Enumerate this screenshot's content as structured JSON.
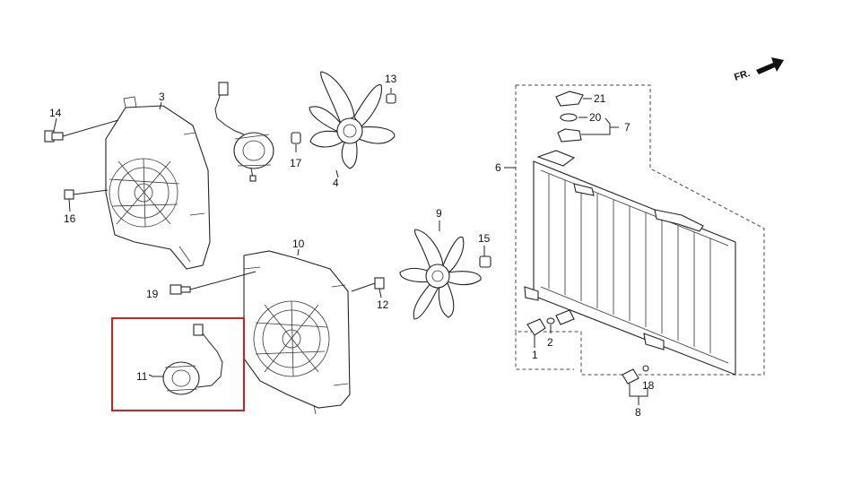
{
  "diagram": {
    "direction_label": "FR.",
    "highlight_color": "#cc2222",
    "callouts": {
      "c1": "1",
      "c2": "2",
      "c3": "3",
      "c4": "4",
      "c6": "6",
      "c7": "7",
      "c8": "8",
      "c9": "9",
      "c10": "10",
      "c11": "11",
      "c12": "12",
      "c13": "13",
      "c14": "14",
      "c15": "15",
      "c16": "16",
      "c17": "17",
      "c18": "18",
      "c19": "19",
      "c20": "20",
      "c21": "21"
    }
  }
}
